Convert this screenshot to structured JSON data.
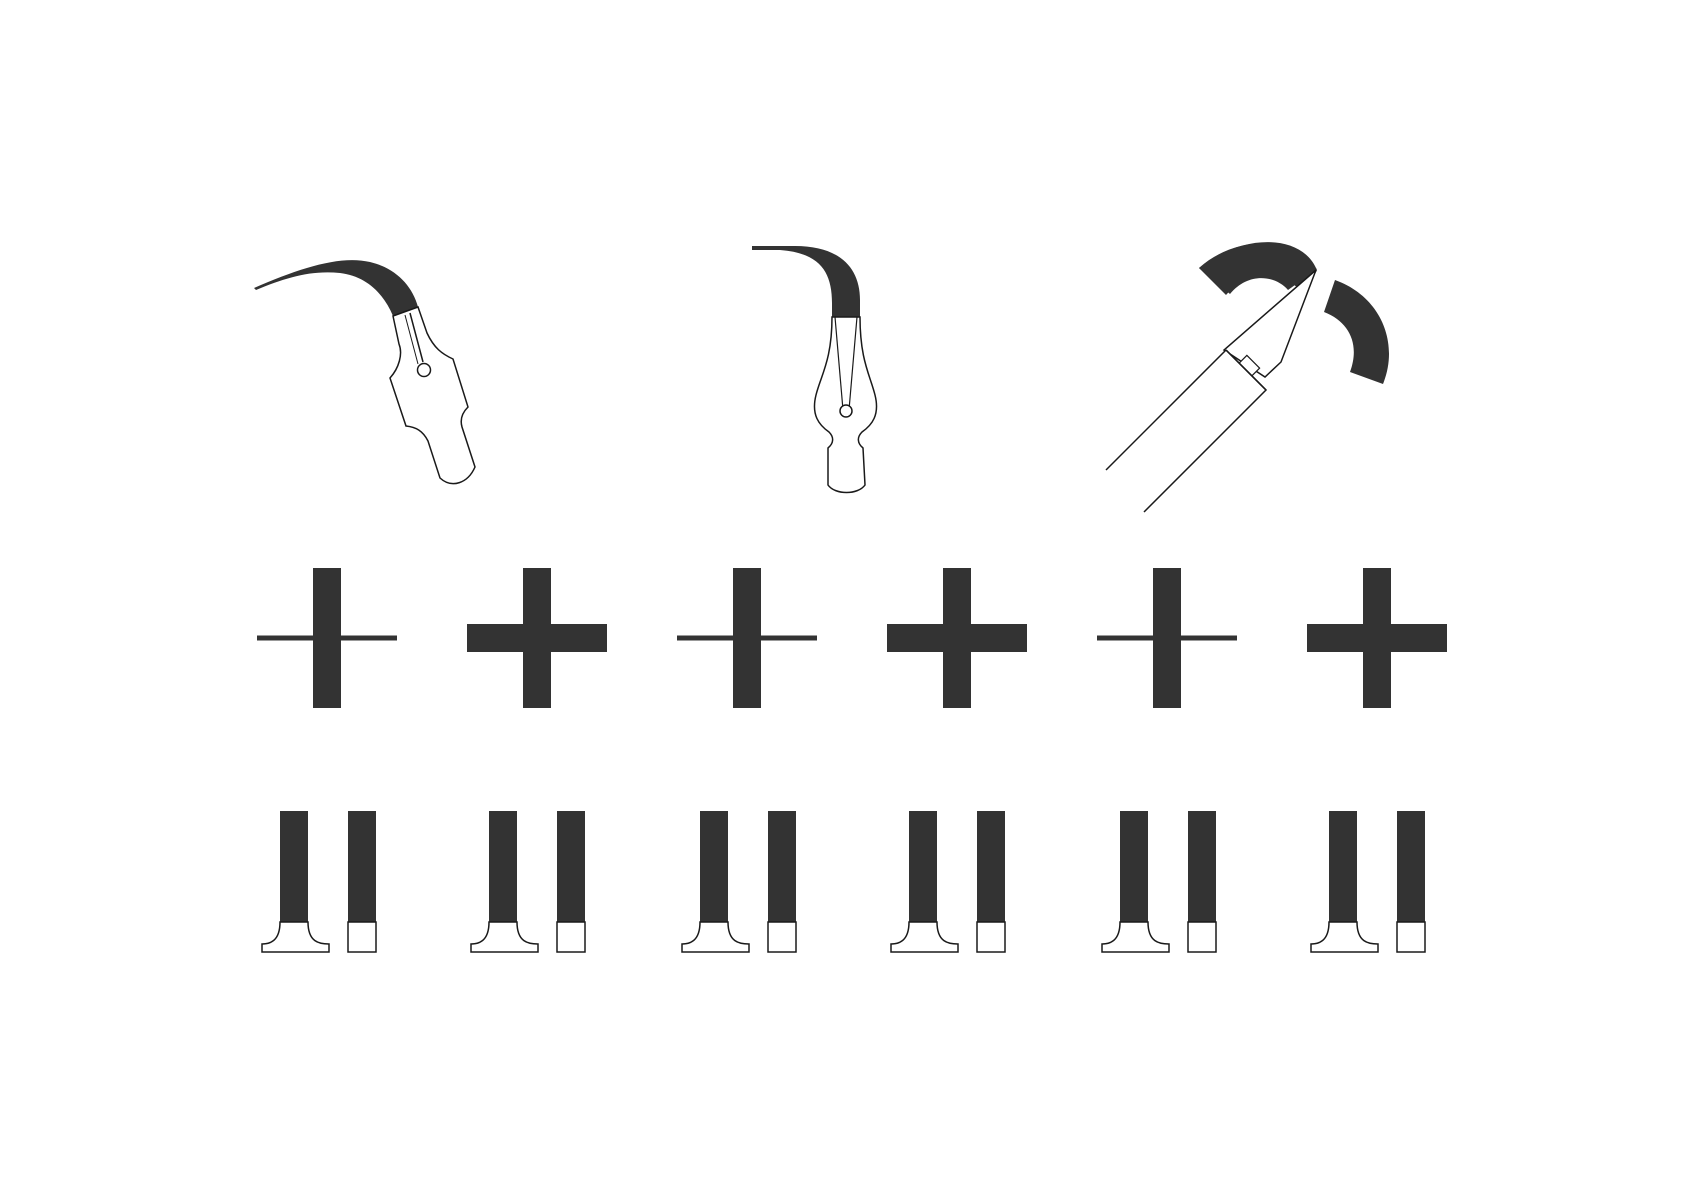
{
  "colors": {
    "background": "#ffffff",
    "ink": "#333333",
    "outline": "#1a1a1a"
  },
  "nibs": [
    {
      "name": "nib-oblique-icon",
      "angle_deg": -20
    },
    {
      "name": "nib-straight-icon",
      "angle_deg": 0
    },
    {
      "name": "nib-broad-edge-icon",
      "angle_deg": 45
    }
  ],
  "crosses": [
    {
      "style": "thin-horizontal"
    },
    {
      "style": "thick-horizontal"
    },
    {
      "style": "thin-horizontal"
    },
    {
      "style": "thick-horizontal"
    },
    {
      "style": "thin-horizontal"
    },
    {
      "style": "thick-horizontal"
    }
  ],
  "stems": [
    {
      "pair": 1
    },
    {
      "pair": 2
    },
    {
      "pair": 3
    },
    {
      "pair": 4
    },
    {
      "pair": 5
    },
    {
      "pair": 6
    }
  ]
}
